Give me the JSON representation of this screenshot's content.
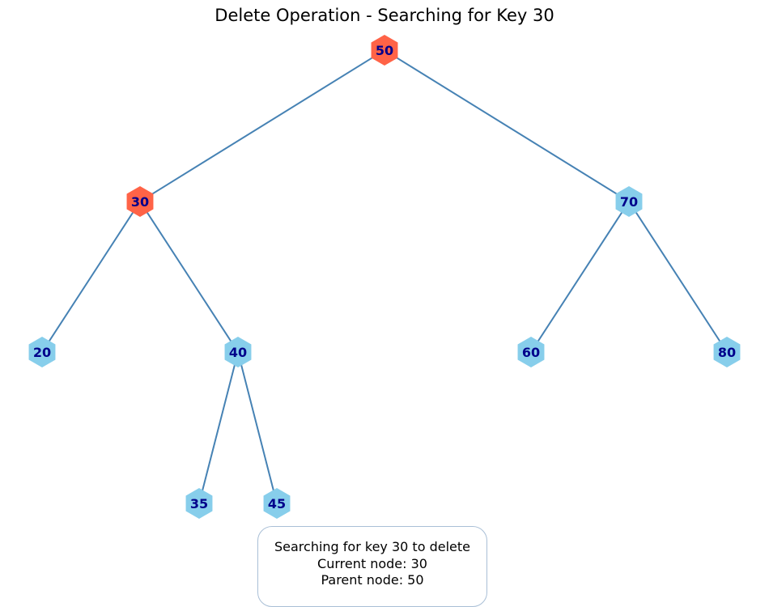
{
  "title": "Delete Operation - Searching for Key 30",
  "colors": {
    "highlight": "#ff6347",
    "normal": "#87ceeb",
    "label": "#00008b",
    "edge": "#4682b4"
  },
  "nodes": [
    {
      "id": "n50",
      "label": "50",
      "state": "highlight"
    },
    {
      "id": "n30",
      "label": "30",
      "state": "highlight"
    },
    {
      "id": "n70",
      "label": "70",
      "state": "normal"
    },
    {
      "id": "n20",
      "label": "20",
      "state": "normal"
    },
    {
      "id": "n40",
      "label": "40",
      "state": "normal"
    },
    {
      "id": "n60",
      "label": "60",
      "state": "normal"
    },
    {
      "id": "n80",
      "label": "80",
      "state": "normal"
    },
    {
      "id": "n35",
      "label": "35",
      "state": "normal"
    },
    {
      "id": "n45",
      "label": "45",
      "state": "normal"
    }
  ],
  "edges": [
    {
      "from": "n50",
      "to": "n30"
    },
    {
      "from": "n50",
      "to": "n70"
    },
    {
      "from": "n30",
      "to": "n20"
    },
    {
      "from": "n30",
      "to": "n40"
    },
    {
      "from": "n70",
      "to": "n60"
    },
    {
      "from": "n70",
      "to": "n80"
    },
    {
      "from": "n40",
      "to": "n35"
    },
    {
      "from": "n40",
      "to": "n45"
    }
  ],
  "status": {
    "line1": "Searching for key 30 to delete",
    "line2": "Current node: 30",
    "line3": "Parent node: 50"
  }
}
